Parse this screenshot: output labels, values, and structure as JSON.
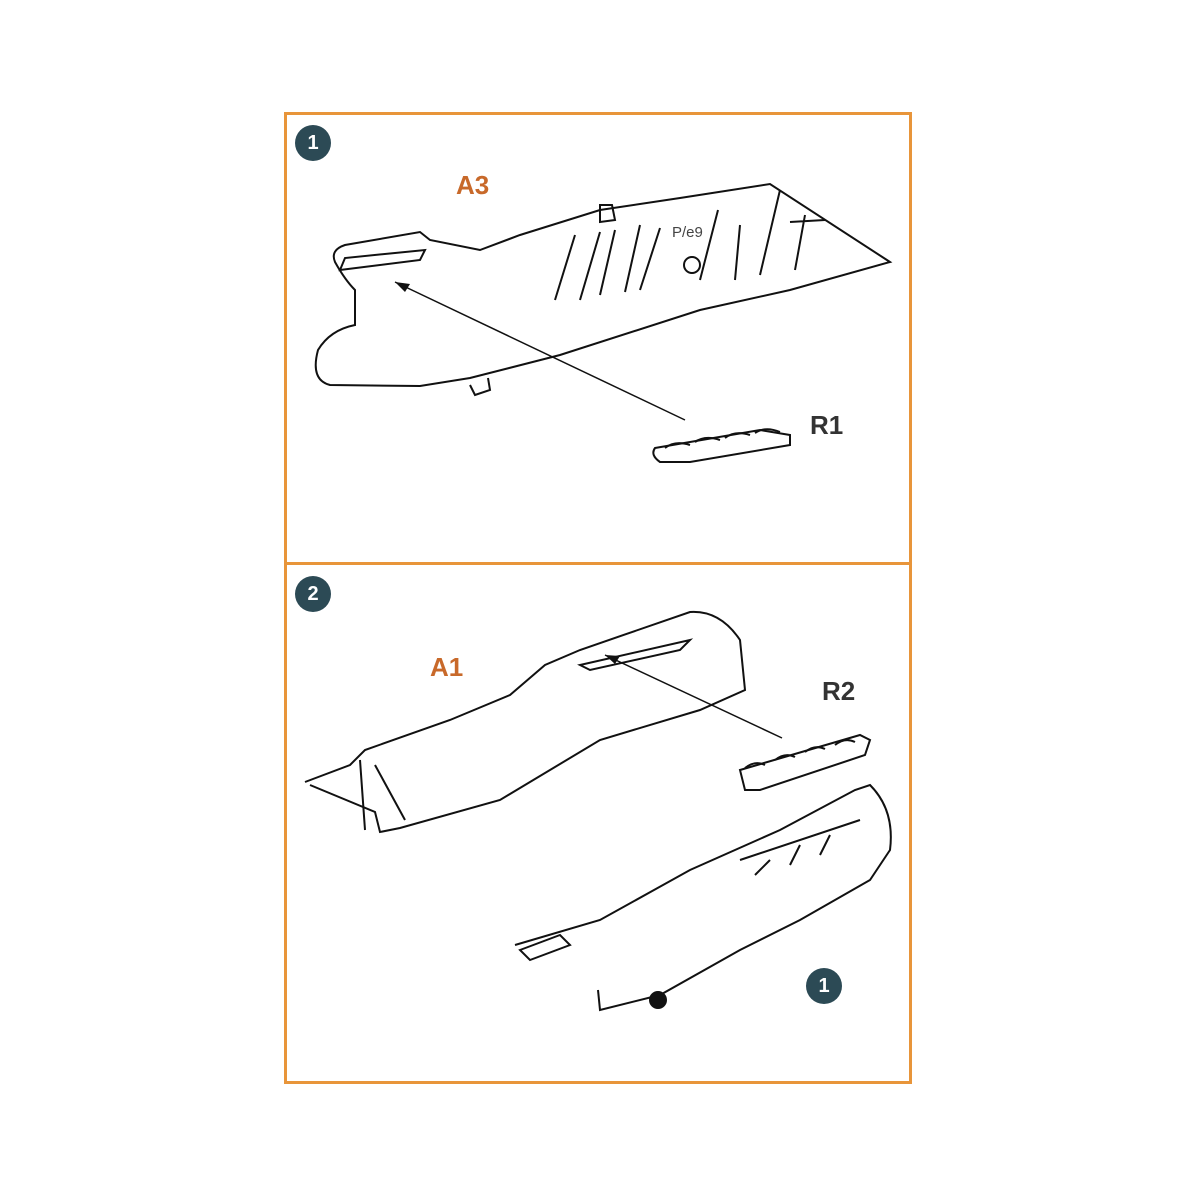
{
  "steps": [
    {
      "number": "1",
      "part_main": "A3",
      "part_add": "R1",
      "marking": "P/e9"
    },
    {
      "number": "2",
      "part_main": "A1",
      "part_add": "R2",
      "reference": "1"
    }
  ],
  "colors": {
    "frame": "#e8953a",
    "step_badge": "#2c4a55",
    "part_label_main": "#c8692a",
    "part_label_add": "#333333"
  }
}
